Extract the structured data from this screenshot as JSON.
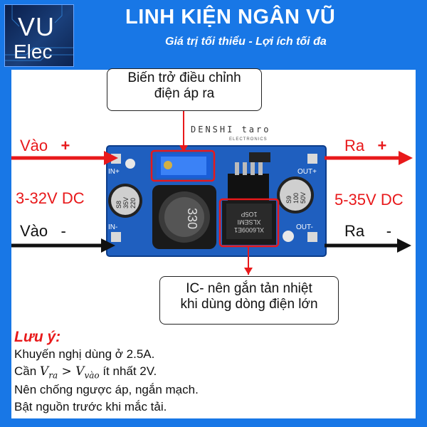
{
  "logo": {
    "line1": "VU",
    "line2": "Elec"
  },
  "brand": {
    "title": "LINH KIỆN NGÂN VŨ",
    "slogan": "Giá trị tối thiểu - Lợi ích tối đa"
  },
  "callouts": {
    "pot": [
      "Biến trở điều chỉnh",
      "điện áp ra"
    ],
    "ic": [
      "IC- nên gắn tản nhiệt",
      "khi dùng dòng điện lớn"
    ]
  },
  "labels": {
    "vao_plus": "Vào",
    "plus_sign": "+",
    "ra_plus": "Ra",
    "vin_range": "3-32V DC",
    "vout_range": "5-35V DC",
    "vao_minus": "Vào",
    "minus_sign": "-",
    "ra_minus": "Ra"
  },
  "board": {
    "in_plus": "IN+",
    "in_minus": "IN-",
    "out_plus": "OUT+",
    "out_minus": "OUT-",
    "inductor": "330",
    "cap_in": [
      "S8",
      "35V",
      "220"
    ],
    "cap_out": [
      "S9",
      "100",
      "50V"
    ],
    "ic_text": [
      "XL6009E1",
      "XLSEMI",
      "1O5P"
    ],
    "watermark": "DENSHI taro",
    "watermark_sub": "ELECTRONICS"
  },
  "note": {
    "title": "Lưu ý:",
    "line1": "Khuyến nghị dùng ở 2.5A.",
    "line2_a": "Cần ",
    "v_ra": "V",
    "v_ra_sub": "ra",
    "gt": " > ",
    "v_vao": "V",
    "v_vao_sub": "vào",
    "line2_b": " ít nhất 2V.",
    "line3": "Nên chống ngược áp, ngắn mạch.",
    "line4": "Bật nguồn trước khi mắc tải."
  },
  "colors": {
    "banner": "#1877e6",
    "pcb": "#1f5fbf",
    "red": "#e8191b",
    "black": "#111111"
  }
}
